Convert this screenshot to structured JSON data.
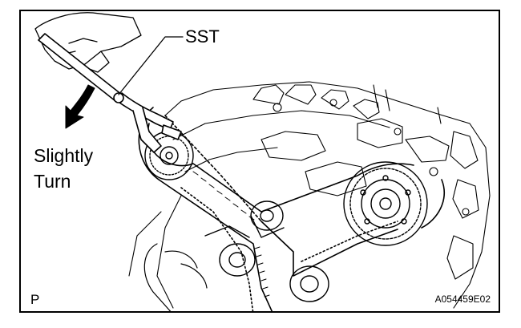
{
  "labels": {
    "tool": "SST",
    "instruction_line1": "Slightly",
    "instruction_line2": "Turn",
    "corner_mark": "P",
    "figure_code": "A054459E02"
  },
  "colors": {
    "line": "#000000",
    "background": "#ffffff"
  },
  "icons": {
    "turn_direction": "curved-arrow-icon"
  }
}
